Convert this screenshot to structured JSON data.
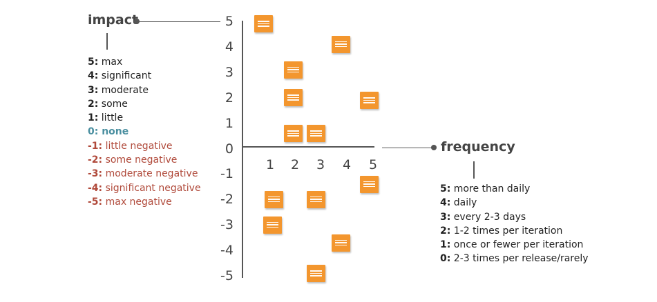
{
  "impact": {
    "title": "impact",
    "items": [
      {
        "key": "5:",
        "label": "max",
        "kind": "pos"
      },
      {
        "key": "4:",
        "label": "significant",
        "kind": "pos"
      },
      {
        "key": "3:",
        "label": "moderate",
        "kind": "pos"
      },
      {
        "key": "2:",
        "label": "some",
        "kind": "pos"
      },
      {
        "key": "1:",
        "label": "little",
        "kind": "pos"
      },
      {
        "key": "0:",
        "label": "none",
        "kind": "zero"
      },
      {
        "key": "-1:",
        "label": "little negative",
        "kind": "neg"
      },
      {
        "key": "-2:",
        "label": "some negative",
        "kind": "neg"
      },
      {
        "key": "-3:",
        "label": "moderate negative",
        "kind": "neg"
      },
      {
        "key": "-4:",
        "label": "significant negative",
        "kind": "neg"
      },
      {
        "key": "-5:",
        "label": "max negative",
        "kind": "neg"
      }
    ]
  },
  "frequency": {
    "title": "frequency",
    "items": [
      {
        "key": "5:",
        "label": "more than daily"
      },
      {
        "key": "4:",
        "label": "daily"
      },
      {
        "key": "3:",
        "label": "every 2-3 days"
      },
      {
        "key": "2:",
        "label": "1-2 times per iteration"
      },
      {
        "key": "1:",
        "label": "once or fewer per iteration"
      },
      {
        "key": "0:",
        "label": "2-3 times per release/rarely"
      }
    ]
  },
  "y_ticks": [
    "5",
    "4",
    "3",
    "2",
    "1",
    "0",
    "-1",
    "-2",
    "-3",
    "-4",
    "-5"
  ],
  "x_ticks": [
    "1",
    "2",
    "3",
    "4",
    "5"
  ],
  "colors": {
    "note": "#f3962e",
    "zero": "#4a8fa0",
    "negative": "#b0493a",
    "axis": "#555555"
  },
  "chart_data": {
    "type": "scatter",
    "xlabel": "frequency",
    "ylabel": "impact",
    "xlim": [
      0,
      5
    ],
    "ylim": [
      -5,
      5
    ],
    "points": [
      {
        "x": 0.8,
        "y": 4.8
      },
      {
        "x": 3.8,
        "y": 4.0
      },
      {
        "x": 1.95,
        "y": 3.0
      },
      {
        "x": 1.95,
        "y": 1.9
      },
      {
        "x": 4.9,
        "y": 1.8
      },
      {
        "x": 1.95,
        "y": 0.5
      },
      {
        "x": 2.85,
        "y": 0.5
      },
      {
        "x": 4.9,
        "y": -1.5
      },
      {
        "x": 1.2,
        "y": -2.1
      },
      {
        "x": 2.85,
        "y": -2.1
      },
      {
        "x": 1.15,
        "y": -3.1
      },
      {
        "x": 3.8,
        "y": -3.8
      },
      {
        "x": 2.85,
        "y": -5.0
      }
    ]
  }
}
